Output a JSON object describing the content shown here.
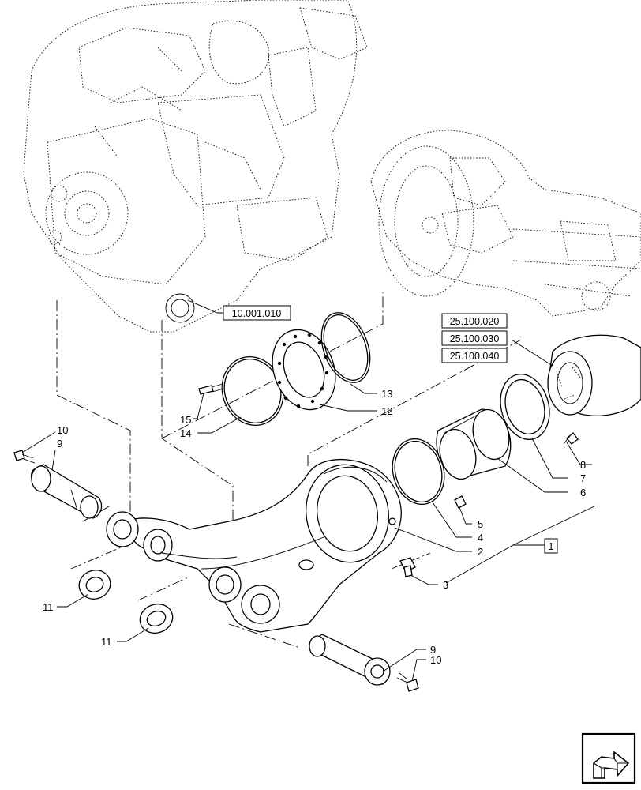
{
  "diagram": {
    "callouts": [
      "1",
      "2",
      "3",
      "4",
      "5",
      "6",
      "7",
      "8",
      "9",
      "9",
      "10",
      "10",
      "11",
      "11",
      "12",
      "13",
      "14",
      "15"
    ],
    "references": [
      "10.001.010",
      "25.100.020",
      "25.100.030",
      "25.100.040"
    ],
    "nav_icon": "next-page-arrow-icon"
  }
}
